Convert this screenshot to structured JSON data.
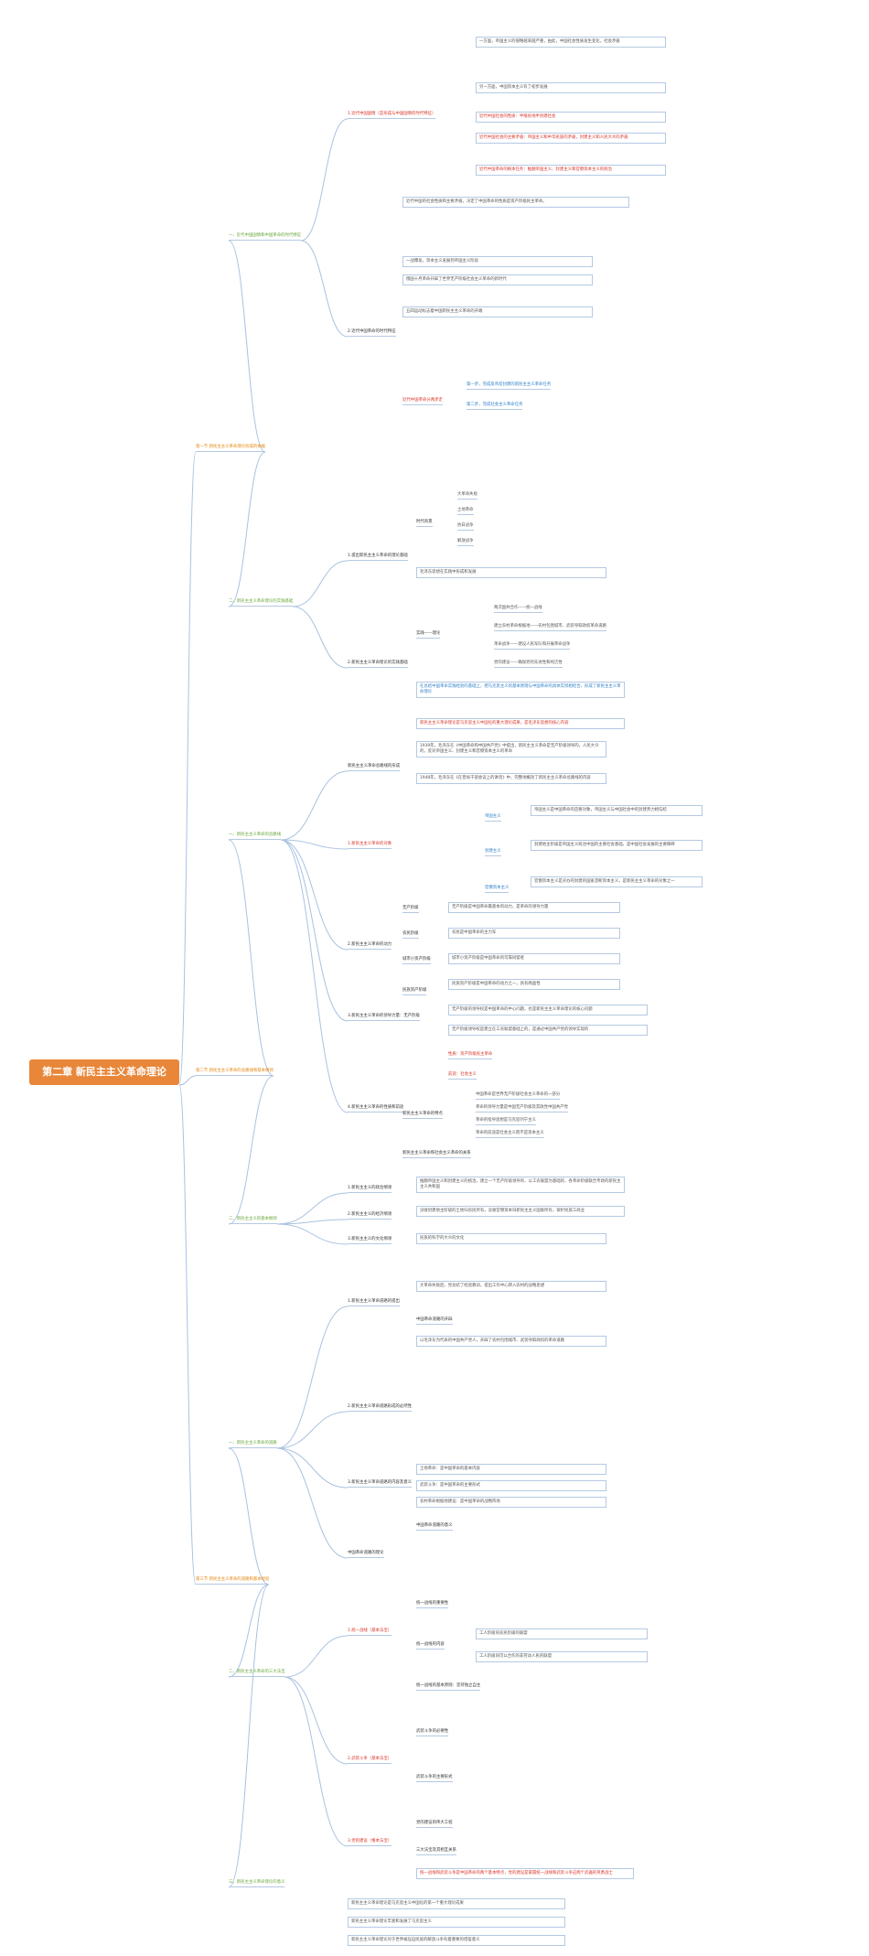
{
  "colors": {
    "root_bg": "#e8873a",
    "chapter": "#e6850e",
    "section": "#6aa73a",
    "highlight_red": "#d9352a",
    "highlight_blue": "#2f80c8",
    "link": "#a9c2e0"
  },
  "root": "第二章 新民主主义革命理论",
  "l1": [
    "第一节 新民主主义革命理论形成的依据",
    "第二节 新民主主义革命的总路线和基本纲领",
    "第三节 新民主主义革命的道路和基本经验"
  ],
  "l2": [
    "一、近代中国国情和中国革命的时代特征",
    "二、新民主主义革命理论的实践基础",
    "一、新民主主义革命的总路线",
    "二、新民主主义的基本纲领",
    "一、新民主主义革命的道路",
    "二、新民主主义革命的三大法宝",
    "三、新民主主义革命理论的意义"
  ],
  "l3": [
    "1.近代中国国情（是形成与中国国情的时代特征）",
    "2.近代中国革命的时代特征",
    "1.提出新民主主义革命的理论基础",
    "2.新民主主义革命理论的实践基础",
    "新民主主义革命总路线的形成",
    "1.新民主主义革命的对象",
    "2.新民主主义革命的动力",
    "3.新民主主义革命的领导力量：无产阶级",
    "4.新民主主义革命的性质和前途",
    "1.新民主主义的政治纲领",
    "2.新民主主义的经济纲领",
    "3.新民主主义的文化纲领",
    "1.新民主主义革命道路的提出",
    "2.新民主主义革命道路形成的必然性",
    "3.新民主主义革命道路的内容及意义",
    "中国革命道路的理论",
    "1.统一战线（基本法宝）",
    "2.武装斗争（基本法宝）",
    "3.党的建设（根本法宝）"
  ],
  "texts": [
    "一方面，帝国主义的侵略越来越严重，由此，中国社会性质发生变化，社会矛盾",
    "另一方面，中国资本主义有了初步发展",
    "近代中国社会的性质：半殖民地半封建社会",
    "近代中国社会的主要矛盾：帝国主义和中华民族的矛盾，封建主义和人民大众的矛盾",
    "近代中国革命的根本任务：推翻帝国主义、封建主义和官僚资本主义的统治",
    "近代中国的社会性质和主要矛盾，决定了中国革命的性质是资产阶级民主革命。",
    "一战爆发，资本主义发展到帝国主义阶段",
    "俄国十月革命开辟了世界无产阶级社会主义革命的新时代",
    "五四运动标志着中国新民主主义革命的开端",
    "近代中国革命分两步走",
    "第一步，完成反帝反封建的新民主主义革命任务",
    "第二步，完成社会主义革命任务",
    "时代背景",
    "大革命失败",
    "土地革命",
    "抗日战争",
    "解放战争",
    "毛泽东思想在实践中形成和发展",
    "实践——理论",
    "两次国共合作——统一战线",
    "建立农村革命根据地——农村包围城市、武装夺取政权革命道路",
    "革命战争——建设人民军队和开展革命战争",
    "党的建设——确保党的先进性和纯洁性",
    "在总结中国革命实践经验的基础上，把马克思主义的基本原理与中国革命的具体实际相结合，形成了新民主主义革命理论",
    "新民主主义革命理论是马克思主义中国化的重大理论成果，是毛泽东思想的核心内容",
    "1939年，毛泽东在《中国革命和中国共产党》中提出，新民主主义革命是无产阶级领导的，人民大众的，反对帝国主义、封建主义和官僚资本主义的革命",
    "1948年，毛泽东在《在晋绥干部会议上的讲话》中，完整地概括了新民主主义革命总路线的内容",
    "帝国主义",
    "帝国主义是中国革命的首要对象，帝国主义与中国社会中的封建势力相勾结",
    "封建主义",
    "封建地主阶级是帝国主义统治中国的主要社会基础，是中国社会发展的主要障碍",
    "官僚资本主义",
    "官僚资本主义是买办的封建的国家垄断资本主义，是新民主主义革命的对象之一",
    "无产阶级",
    "无产阶级是中国革命最基本的动力，是革命的领导力量",
    "农民阶级",
    "农民是中国革命的主力军",
    "城市小资产阶级",
    "城市小资产阶级是中国革命的可靠同盟者",
    "民族资产阶级",
    "民族资产阶级是中国革命的动力之一，具有两面性",
    "无产阶级的领导权是中国革命的中心问题，也是新民主主义革命理论的核心问题",
    "无产阶级领导权是建立在工农联盟基础上的，是通过中国共产党的领导实现的",
    "性质：资产阶级民主革命",
    "前途：社会主义",
    "新民主主义革命的特点",
    "中国革命是世界无产阶级社会主义革命的一部分",
    "革命的领导力量是中国无产阶级及其政党中国共产党",
    "革命的指导思想是马克思列宁主义",
    "革命的前途是社会主义而不是资本主义",
    "新民主主义革命和社会主义革命的关系",
    "推翻帝国主义和封建主义的统治，建立一个无产阶级领导的、以工农联盟为基础的、各革命阶级联合专政的新民主主义共和国",
    "没收封建地主阶级的土地归农民所有，没收官僚资本归新民主主义国家所有，保护民族工商业",
    "民族的科学的大众的文化",
    "大革命失败后，党总结了经验教训，提出工作中心转入农村的战略思想",
    "中国革命道路的开辟",
    "以毛泽东为代表的中国共产党人，开辟了农村包围城市、武装夺取政权的革命道路",
    "土地革命：是中国革命的基本内容",
    "武装斗争：是中国革命的主要形式",
    "农村革命根据地建设：是中国革命的战略阵地",
    "中国革命道路的意义",
    "统一战线的重要性",
    "统一战线的内容",
    "工人阶级同农民阶级的联盟",
    "工人阶级同可以合作的非劳动人民的联盟",
    "统一战线的基本原则：坚持独立自主",
    "武装斗争的必要性",
    "武装斗争的主要形式",
    "党的建设的伟大工程",
    "三大法宝及其相互关系",
    "统一战线和武装斗争是中国革命的两个基本特点，党的建设是掌握统一战线和武装斗争这两个武器的英勇战士",
    "新民主主义革命理论是马克思主义中国化的第一个重大理论成果",
    "新民主主义革命理论丰富和发展了马克思主义",
    "新民主主义革命理论对于世界被压迫民族的解放斗争有着重要的借鉴意义"
  ]
}
